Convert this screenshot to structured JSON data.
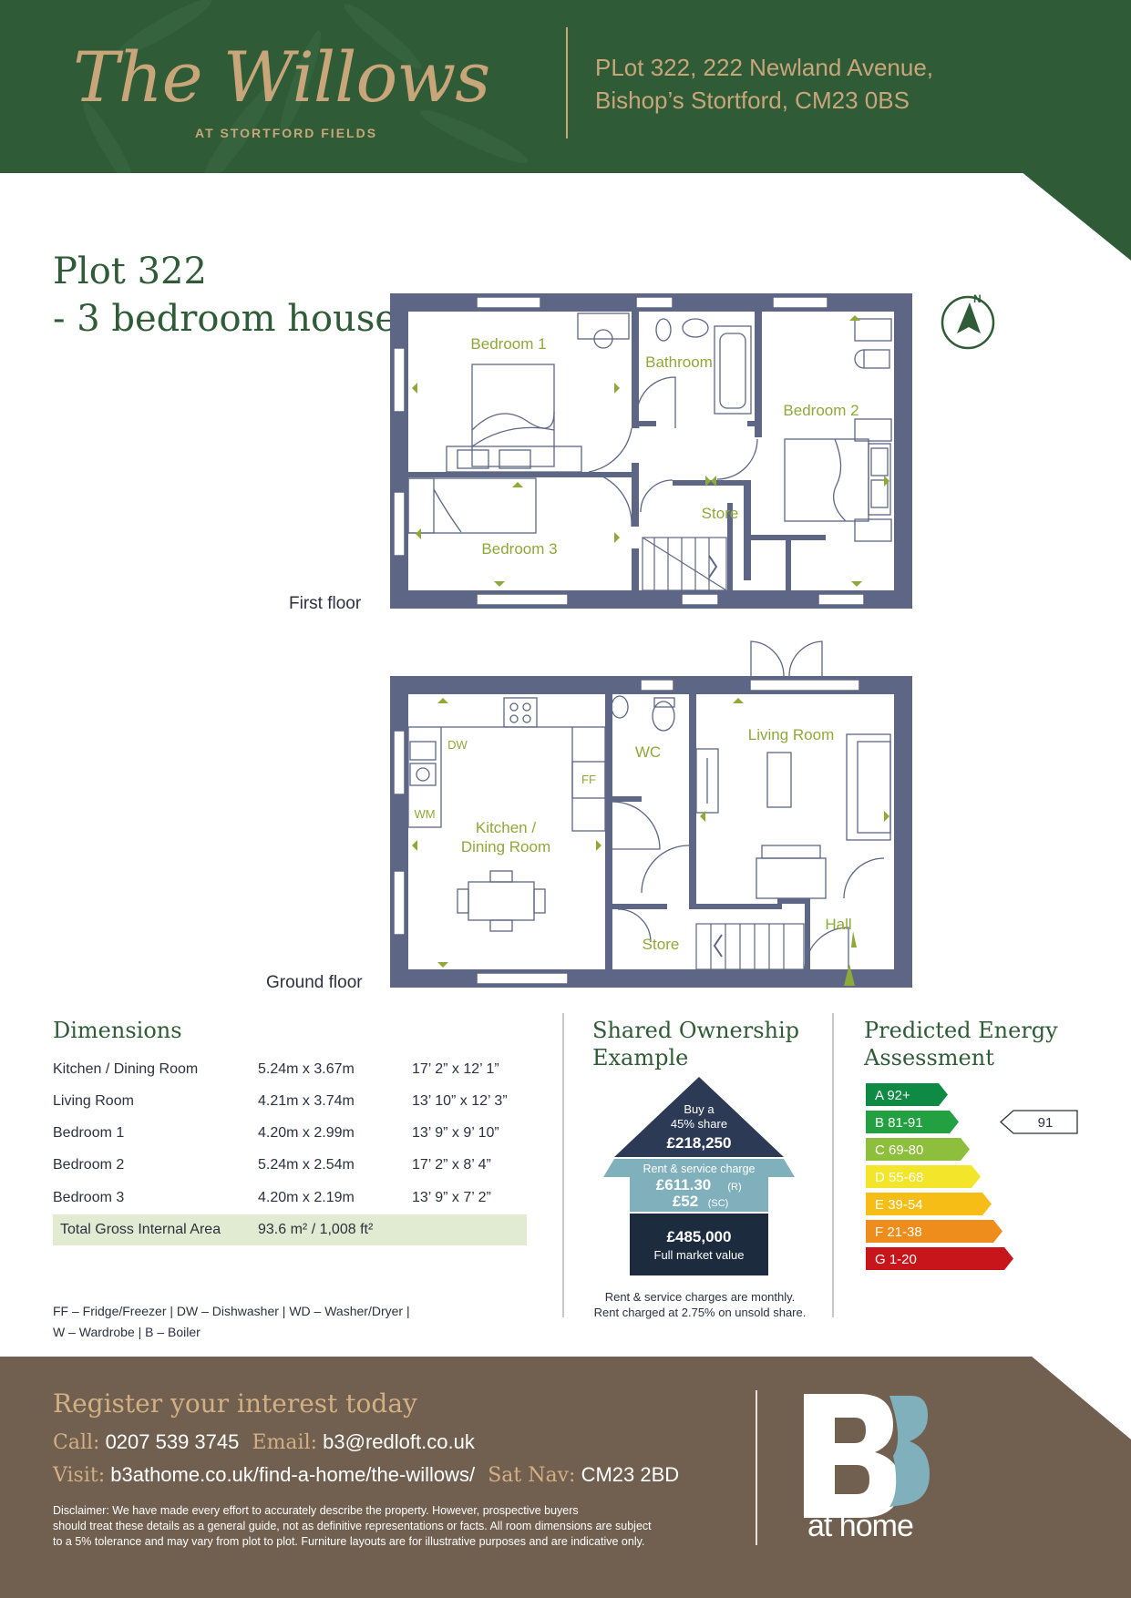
{
  "header": {
    "brand_title": "The Willows",
    "brand_subtitle": "AT STORTFORD FIELDS",
    "address_line1": "PLot 322, 222 Newland Avenue,",
    "address_line2": "Bishop’s Stortford, CM23 0BS"
  },
  "plot": {
    "title_line1": "Plot 322",
    "title_line2": "- 3 bedroom house"
  },
  "first_floor": {
    "label": "First floor",
    "rooms": {
      "bedroom1": "Bedroom 1",
      "bathroom": "Bathroom",
      "bedroom2": "Bedroom 2",
      "store": "Store",
      "bedroom3": "Bedroom 3"
    }
  },
  "ground_floor": {
    "label": "Ground floor",
    "rooms": {
      "dw": "DW",
      "ff": "FF",
      "wm": "WM",
      "wc": "WC",
      "living": "Living Room",
      "kitchen_line1": "Kitchen /",
      "kitchen_line2": "Dining Room",
      "store": "Store",
      "hall": "Hall"
    }
  },
  "compass": {
    "label": "N"
  },
  "dimensions": {
    "title": "Dimensions",
    "rows": [
      {
        "room": "Kitchen / Dining Room",
        "metric": "5.24m x 3.67m",
        "imperial": "17’ 2” x 12’ 1”"
      },
      {
        "room": "Living Room",
        "metric": "4.21m x 3.74m",
        "imperial": "13’ 10” x 12’ 3”"
      },
      {
        "room": "Bedroom 1",
        "metric": "4.20m x 2.99m",
        "imperial": "13’ 9” x 9’ 10”"
      },
      {
        "room": "Bedroom 2",
        "metric": "5.24m x 2.54m",
        "imperial": "17’ 2” x 8’ 4”"
      },
      {
        "room": "Bedroom 3",
        "metric": "4.20m x 2.19m",
        "imperial": "13’ 9” x 7’ 2”"
      }
    ],
    "total_label": "Total Gross Internal Area",
    "total_value": "93.6 m² / 1,008 ft²",
    "key_line1": "FF – Fridge/Freezer | DW – Dishwasher | WD – Washer/Dryer |",
    "key_line2": "W – Wardrobe | B – Boiler"
  },
  "shared_ownership": {
    "title_line1": "Shared Ownership",
    "title_line2": "Example",
    "buy_label": "Buy a",
    "share_label": "45% share",
    "share_price": "£218,250",
    "rent_label": "Rent & service charge",
    "rent_amount": "£611.30",
    "rent_suffix": "(R)",
    "sc_amount": "£52",
    "sc_suffix": "(SC)",
    "market_value": "£485,000",
    "market_label": "Full market value",
    "note_line1": "Rent & service charges are monthly.",
    "note_line2": "Rent charged at 2.75% on unsold share."
  },
  "energy": {
    "title_line1": "Predicted Energy",
    "title_line2": "Assessment",
    "bands": [
      {
        "label": "A 92+",
        "color": "#0f8a45"
      },
      {
        "label": "B 81-91",
        "color": "#23a142"
      },
      {
        "label": "C 69-80",
        "color": "#8dbf3c"
      },
      {
        "label": "D 55-68",
        "color": "#f2e52a"
      },
      {
        "label": "E 39-54",
        "color": "#f5bd16"
      },
      {
        "label": "F 21-38",
        "color": "#ee8d1c"
      },
      {
        "label": "G 1-20",
        "color": "#c8151b"
      }
    ],
    "rating": "91",
    "rating_band_index": 1
  },
  "footer": {
    "register_title": "Register your interest today",
    "call_label": "Call:",
    "call_value": "0207 539 3745",
    "email_label": "Email:",
    "email_value": "b3@redloft.co.uk",
    "visit_label": "Visit:",
    "visit_value": "b3athome.co.uk/find-a-home/the-willows/",
    "satnav_label": "Sat Nav:",
    "satnav_value": "CM23 2BD",
    "disclaimer_line1": "Disclaimer: We have made every effort to accurately describe the property. However, prospective buyers",
    "disclaimer_line2": "should treat these details as a general guide, not as definitive representations or facts. All room dimensions are subject",
    "disclaimer_line3": "to a 5% tolerance and may vary from plot to plot. Furniture layouts are for illustrative purposes and are indicative only.",
    "logo_mark": "B3",
    "logo_text": "at home"
  },
  "colors": {
    "brand_green": "#2f5c37",
    "gold": "#c8a67a",
    "wall": "#5d6684",
    "room_label": "#8fa83a",
    "footer_brown": "#715f4f",
    "so_navy": "#2d3a55",
    "so_teal": "#7fb0bb",
    "so_dark": "#1d2b3f"
  }
}
